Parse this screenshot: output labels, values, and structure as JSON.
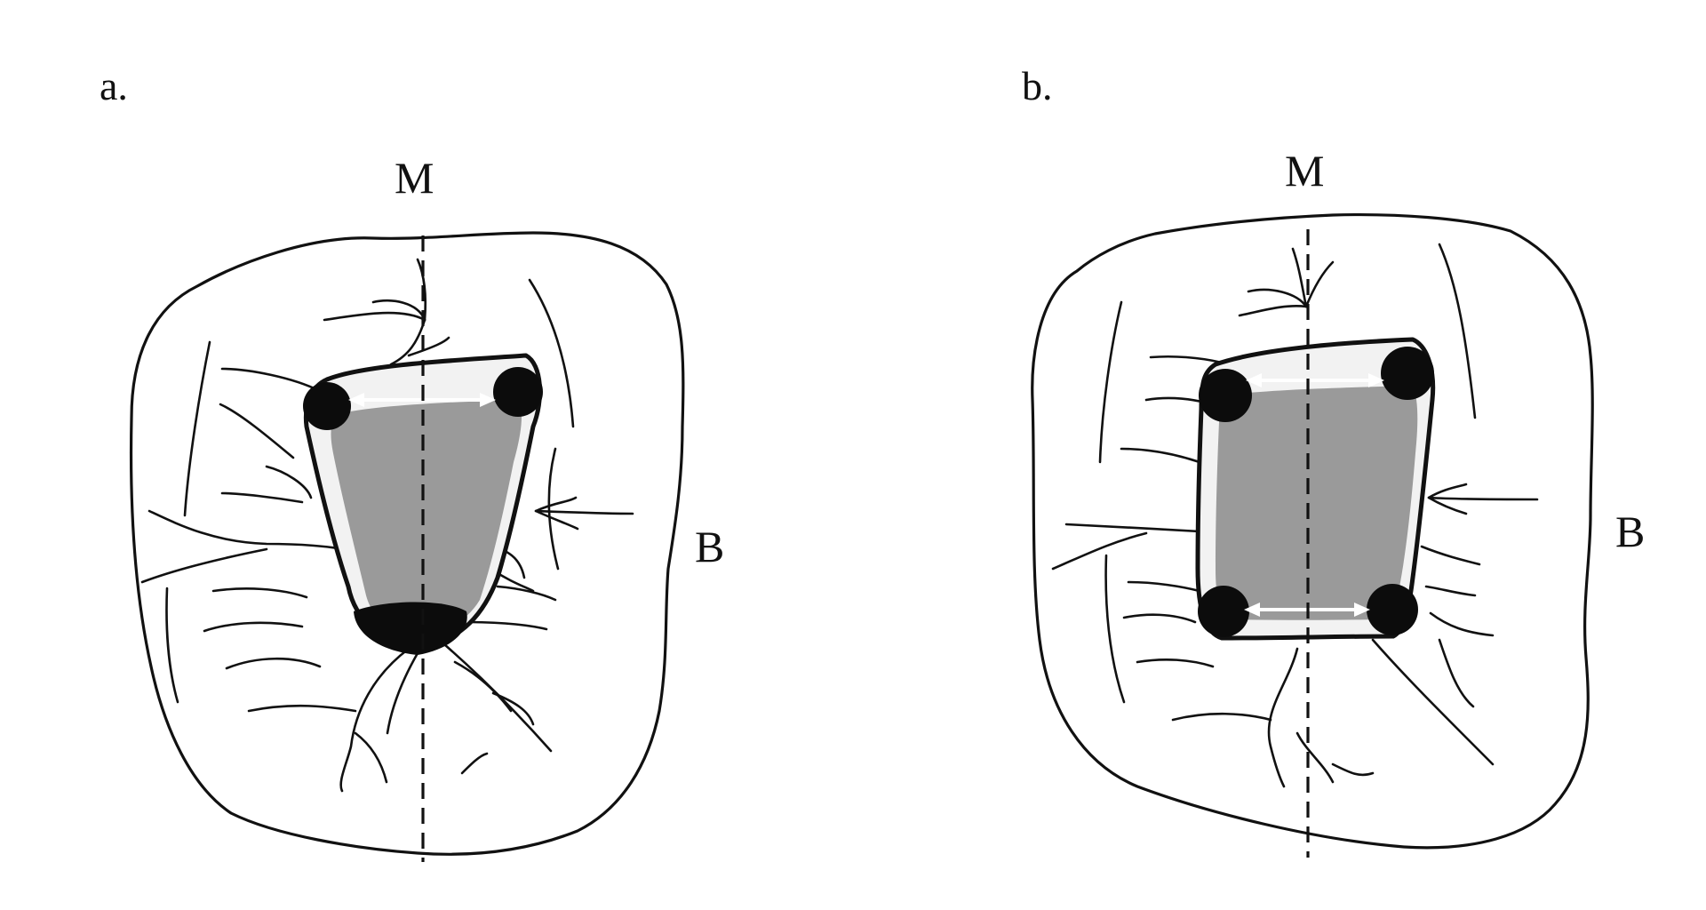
{
  "panels": [
    {
      "label": "a.",
      "mesial": "M",
      "buccal": "B"
    },
    {
      "label": "b.",
      "mesial": "M",
      "buccal": "B"
    }
  ]
}
